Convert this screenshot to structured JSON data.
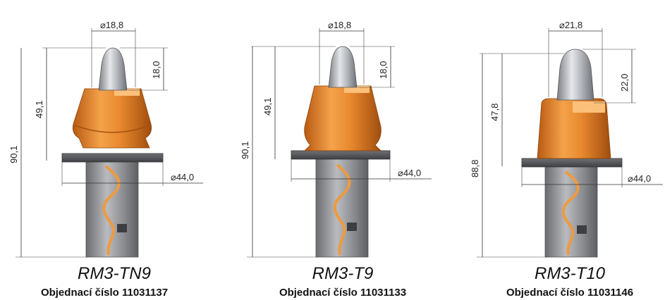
{
  "tools": [
    {
      "model": "RM3-TN9",
      "order_label": "Objednací číslo 11031137",
      "dim_tip_diameter": "⌀18,8",
      "dim_tip_height": "18,0",
      "dim_upper_height": "49,1",
      "dim_total_height": "90,1",
      "dim_flange_diameter": "⌀44,0"
    },
    {
      "model": "RM3-T9",
      "order_label": "Objednací číslo 11031133",
      "dim_tip_diameter": "⌀18,8",
      "dim_tip_height": "18,0",
      "dim_upper_height": "49,1",
      "dim_total_height": "90,1",
      "dim_flange_diameter": "⌀44,0"
    },
    {
      "model": "RM3-T10",
      "order_label": "Objednací číslo 11031146",
      "dim_tip_diameter": "⌀21,8",
      "dim_tip_height": "22,0",
      "dim_upper_height": "47,8",
      "dim_total_height": "88,8",
      "dim_flange_diameter": "⌀44,0"
    }
  ],
  "colors": {
    "body_orange": "#e8892e",
    "tip_gray": "#a9acb2",
    "shank_gray": "#8e9094",
    "flange_dark": "#4c4e52"
  }
}
